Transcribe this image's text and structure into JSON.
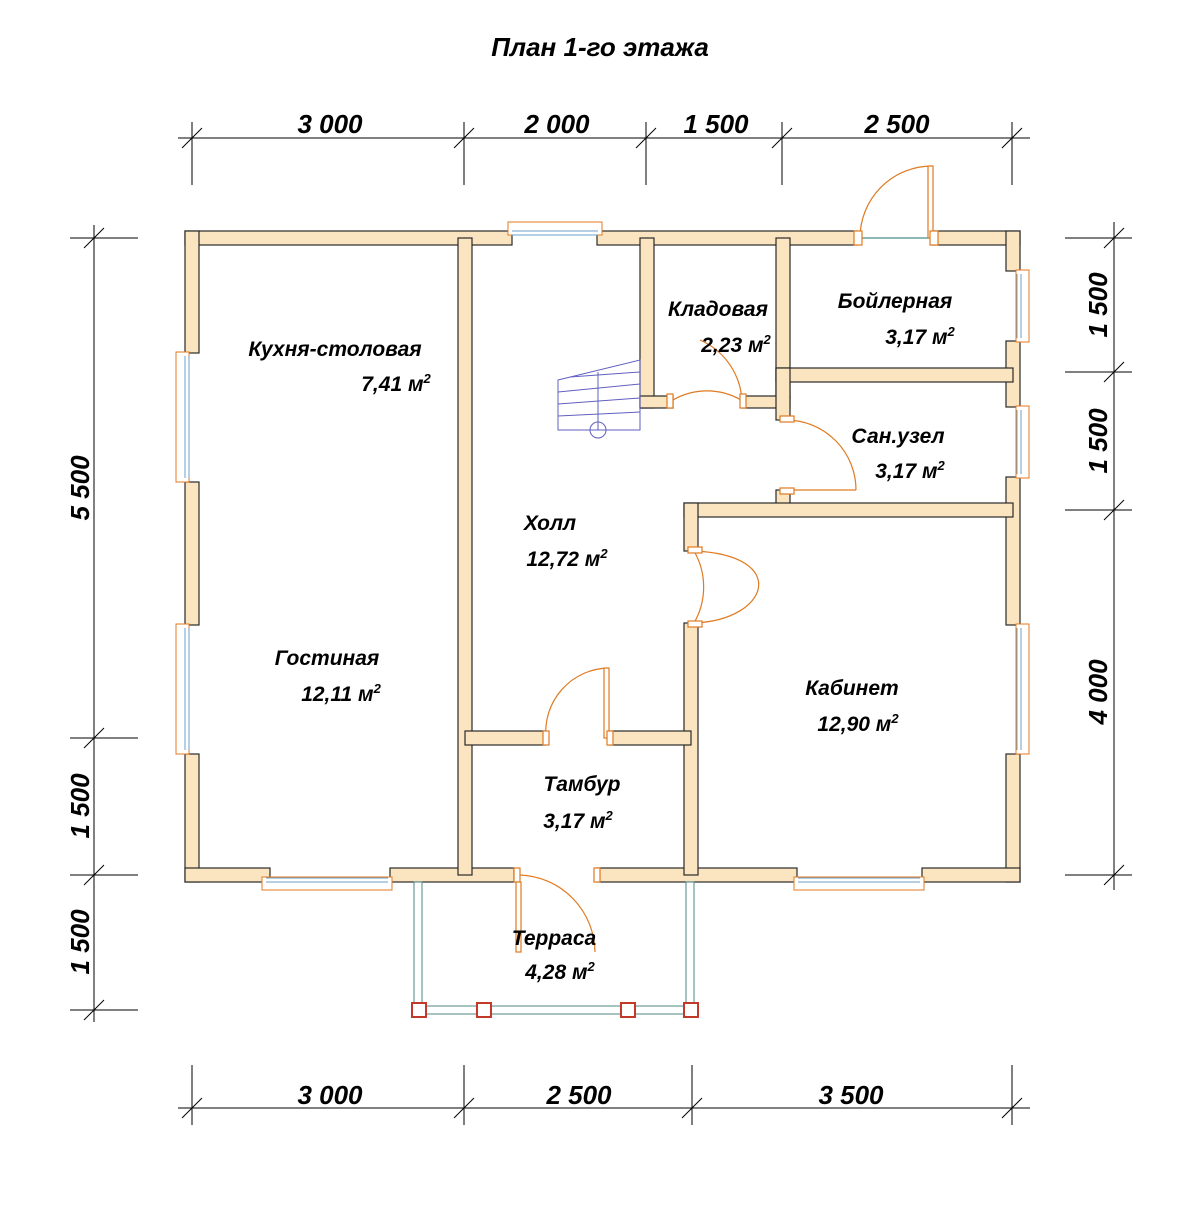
{
  "title": "План 1-го этажа",
  "dimensions": {
    "top": [
      "3 000",
      "2 000",
      "1 500",
      "2 500"
    ],
    "bottom": [
      "3 000",
      "2 500",
      "3 500"
    ],
    "left_total": "5 500",
    "left_lower": [
      "1 500",
      "1 500"
    ],
    "right": [
      "1 500",
      "1 500",
      "4 000"
    ]
  },
  "rooms": [
    {
      "name": "Кухня-столовая",
      "area": "7,41 м",
      "unit_exp": "2"
    },
    {
      "name": "Гостиная",
      "area": "12,11 м",
      "unit_exp": "2"
    },
    {
      "name": "Холл",
      "area": "12,72 м",
      "unit_exp": "2"
    },
    {
      "name": "Кладовая",
      "area": "2,23 м",
      "unit_exp": "2"
    },
    {
      "name": "Бойлерная",
      "area": "3,17 м",
      "unit_exp": "2"
    },
    {
      "name": "Сан.узел",
      "area": "3,17 м",
      "unit_exp": "2"
    },
    {
      "name": "Кабинет",
      "area": "12,90 м",
      "unit_exp": "2"
    },
    {
      "name": "Тамбур",
      "area": "3,17 м",
      "unit_exp": "2"
    },
    {
      "name": "Терраса",
      "area": "4,28 м",
      "unit_exp": "2"
    }
  ],
  "colors": {
    "wall_fill": "#fbe5c0",
    "wall_stroke": "#2a2a2a",
    "door": "#e07a20",
    "window": "#6f9fc9",
    "post": "#c0392b",
    "railing": "#4a8a8a"
  }
}
